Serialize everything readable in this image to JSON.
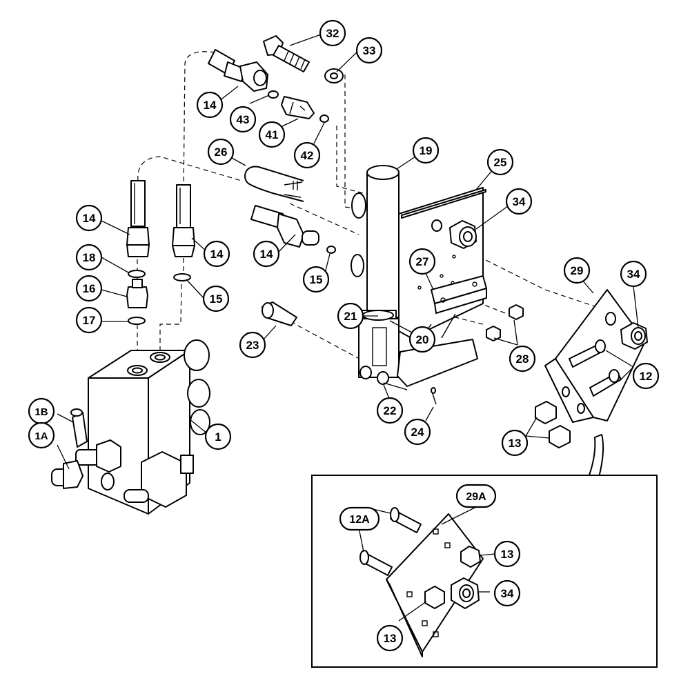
{
  "callouts": {
    "c1": "1",
    "c1A": "1A",
    "c1B": "1B",
    "c12": "12",
    "c12A": "12A",
    "c13": "13",
    "c14": "14",
    "c15": "15",
    "c16": "16",
    "c17": "17",
    "c18": "18",
    "c19": "19",
    "c20": "20",
    "c21": "21",
    "c22": "22",
    "c23": "23",
    "c24": "24",
    "c25": "25",
    "c26": "26",
    "c27": "27",
    "c28": "28",
    "c29": "29",
    "c29A": "29A",
    "c32": "32",
    "c33": "33",
    "c34": "34",
    "c41": "41",
    "c42": "42",
    "c43": "43"
  }
}
